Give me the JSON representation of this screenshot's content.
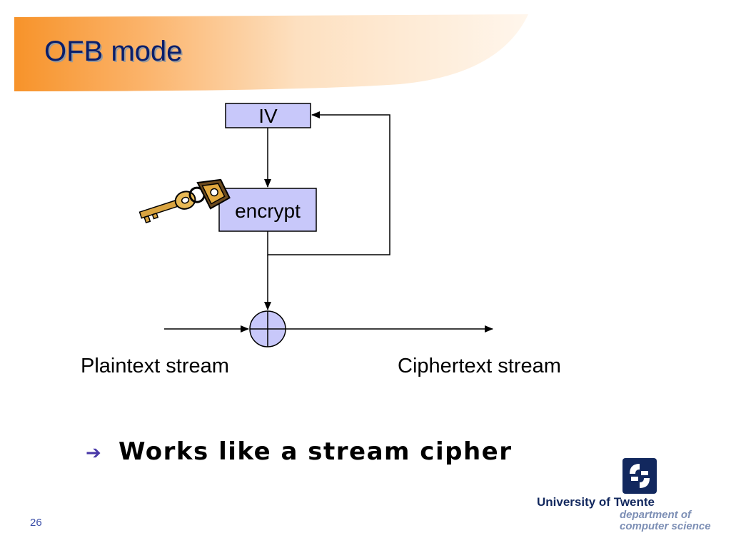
{
  "slide": {
    "title": "OFB mode",
    "page_number": "26"
  },
  "diagram": {
    "iv_label": "IV",
    "encrypt_label": "encrypt",
    "plaintext_label": "Plaintext stream",
    "ciphertext_label": "Ciphertext stream"
  },
  "bullet": {
    "text": "Works like a stream cipher",
    "icon": "right-arrow-icon"
  },
  "logo": {
    "university": "University of Twente",
    "department_line1": "department of",
    "department_line2": "computer science"
  },
  "colors": {
    "title": "#0a1e6b",
    "box_fill": "#c8c8fa",
    "banner_orange": "#f7962b",
    "logo_blue": "#12285e",
    "bullet_arrow": "#4a3aa8"
  }
}
